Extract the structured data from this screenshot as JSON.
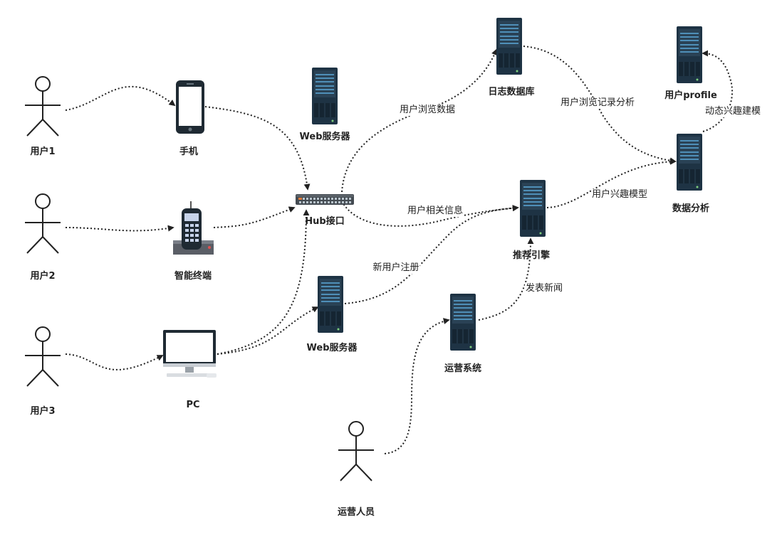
{
  "nodes": {
    "user1": "用户1",
    "user2": "用户2",
    "user3": "用户3",
    "operator": "运营人员",
    "phone": "手机",
    "terminal": "智能终端",
    "pc": "PC",
    "hub": "Hub接口",
    "web_server_top": "Web服务器",
    "web_server_bottom": "Web服务器",
    "log_db": "日志数据库",
    "recommend_engine": "推荐引擎",
    "ops_system": "运营系统",
    "user_profile": "用户profile",
    "data_analysis": "数据分析"
  },
  "edges": {
    "browse_data": "用户浏览数据",
    "browse_record_analysis": "用户浏览记录分析",
    "dynamic_interest_modeling": "动态兴趣建模",
    "interest_model": "用户兴趣模型",
    "related_info": "用户相关信息",
    "new_user_register": "新用户注册",
    "publish_news": "发表新闻"
  },
  "colors": {
    "server_body": "#1e3344",
    "server_stripe": "#4f8fb8",
    "stroke": "#222222",
    "hub_port": "#b8c4cc"
  }
}
